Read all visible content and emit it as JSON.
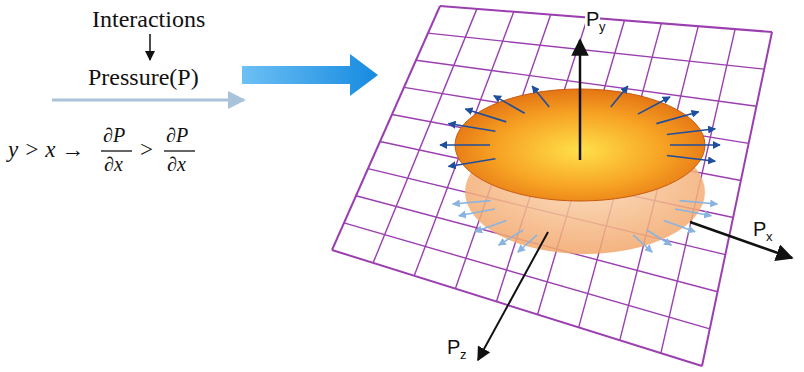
{
  "diagram": {
    "labels": [
      "Interactions",
      "Pressure(P)",
      "y > x →",
      "∂P",
      "∂x",
      ">",
      "∂P",
      "∂x",
      "P",
      "y",
      "P",
      "x",
      "P",
      "z"
    ]
  }
}
